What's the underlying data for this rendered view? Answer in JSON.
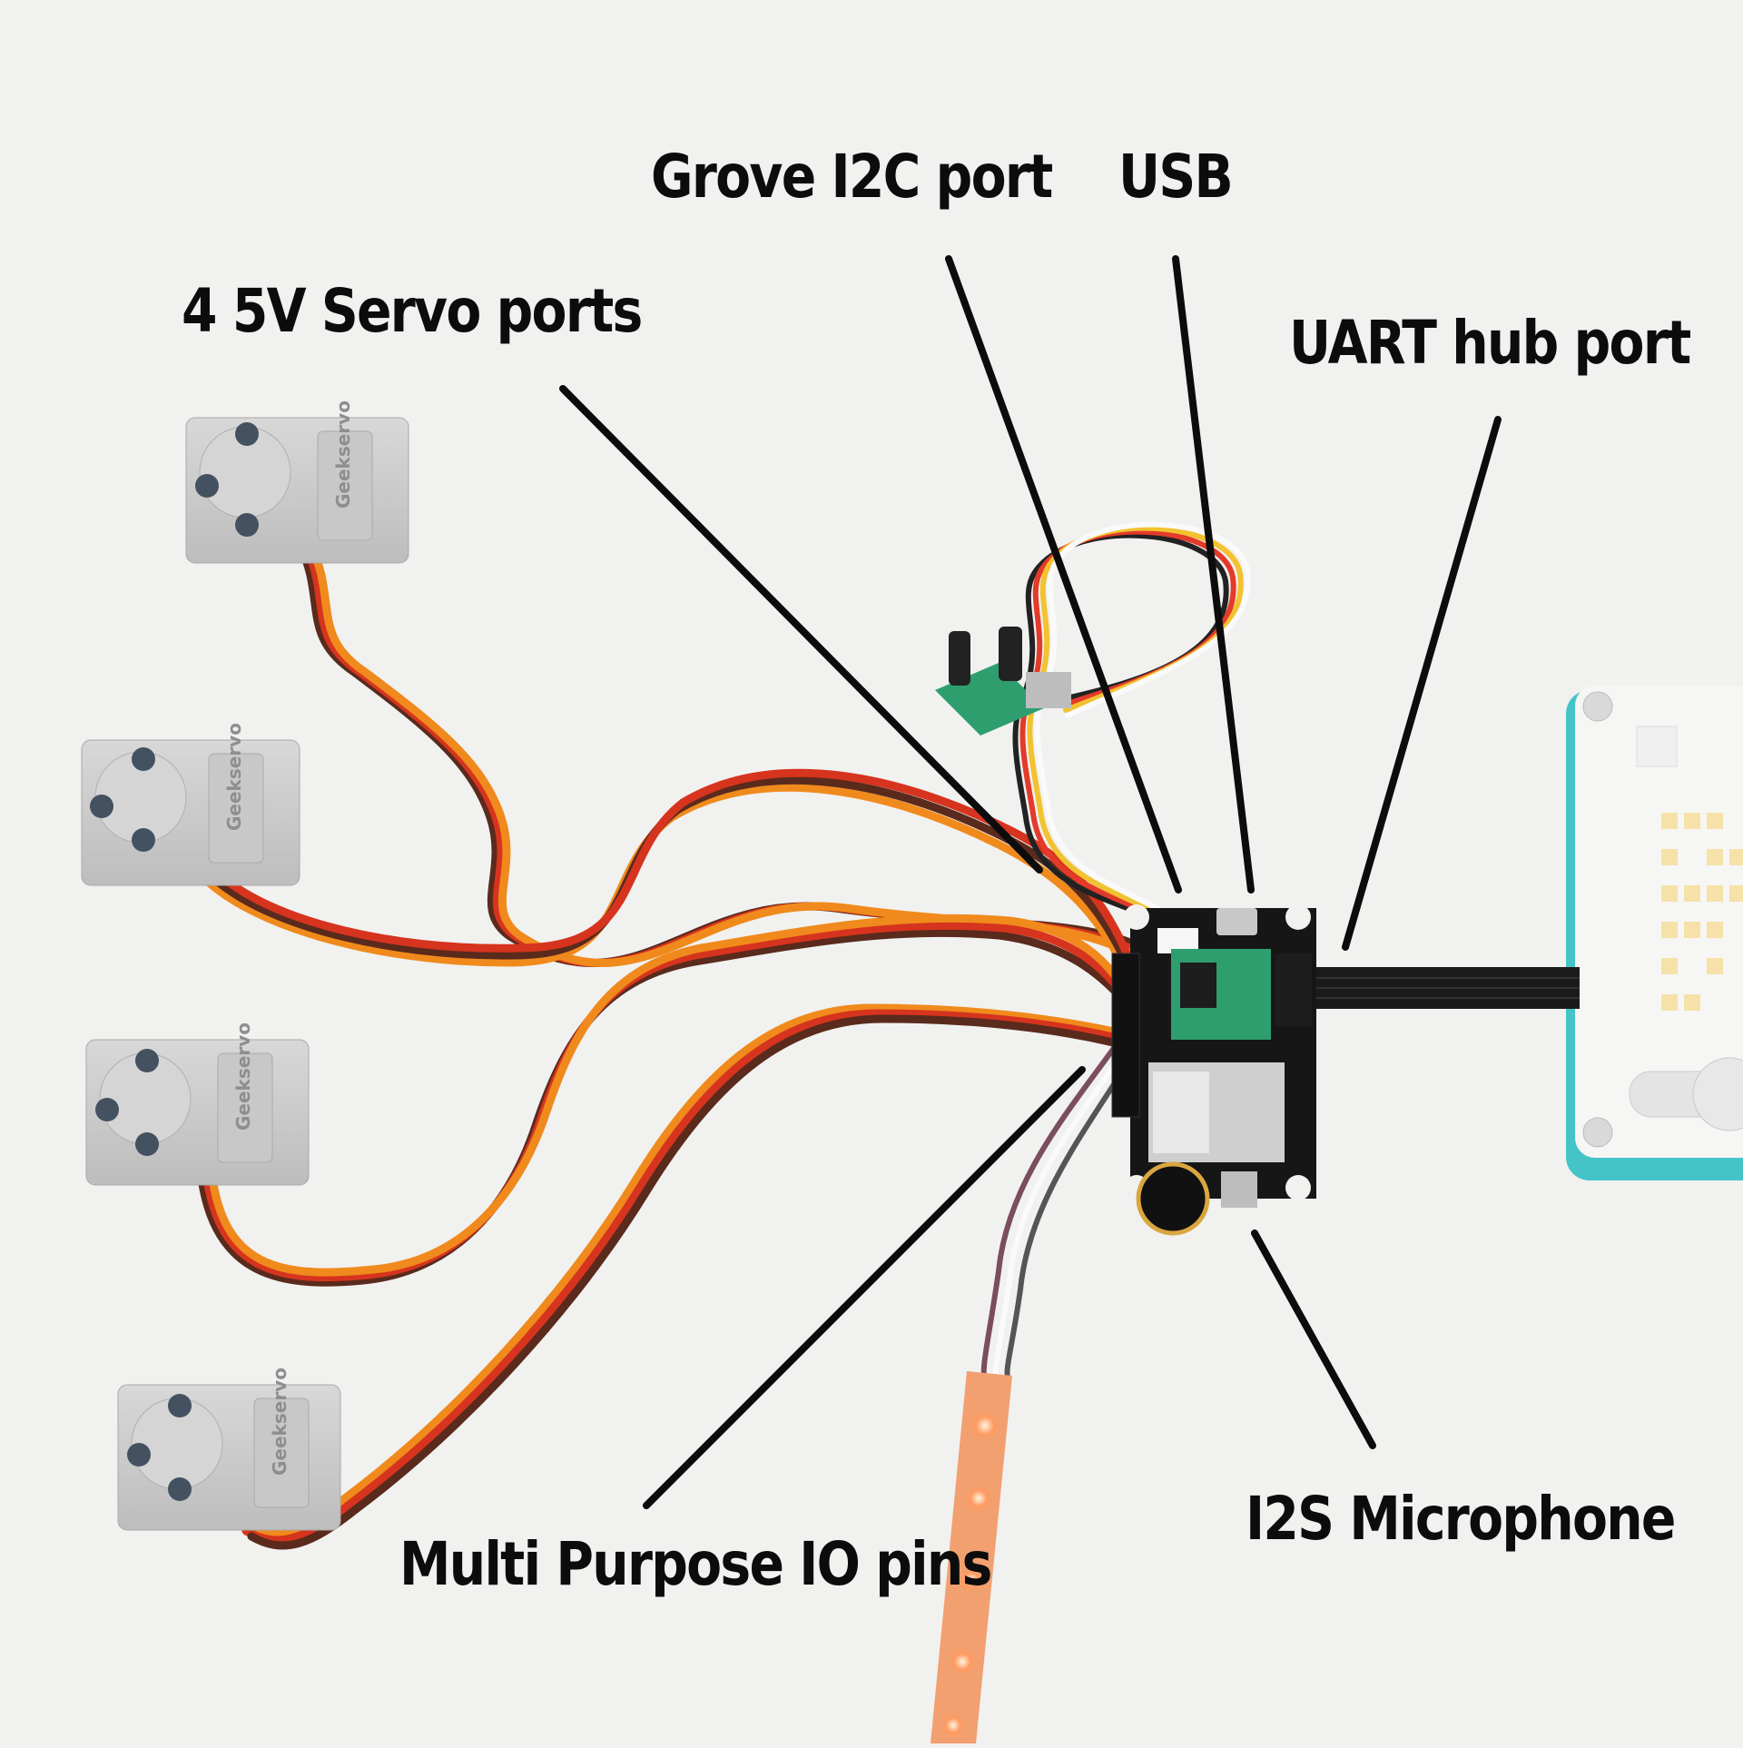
{
  "labels": {
    "grove_i2c": "Grove I2C port",
    "usb": "USB",
    "servo_ports": "4 5V Servo ports",
    "uart": "UART hub port",
    "io_pins": "Multi Purpose IO pins",
    "microphone": "I2S Microphone"
  },
  "servo_brand": "Geekservo",
  "colors": {
    "background": "#f1f1f0",
    "label_text": "#0c0c0c",
    "pointer_line": "#0c0c0c",
    "servo_body": "#cfcfcf",
    "pcb": "#161616",
    "wire_orange": "#f08a1c",
    "wire_red": "#d6341e",
    "wire_brown": "#5a2a1c",
    "led_strip": "#f2a070"
  }
}
